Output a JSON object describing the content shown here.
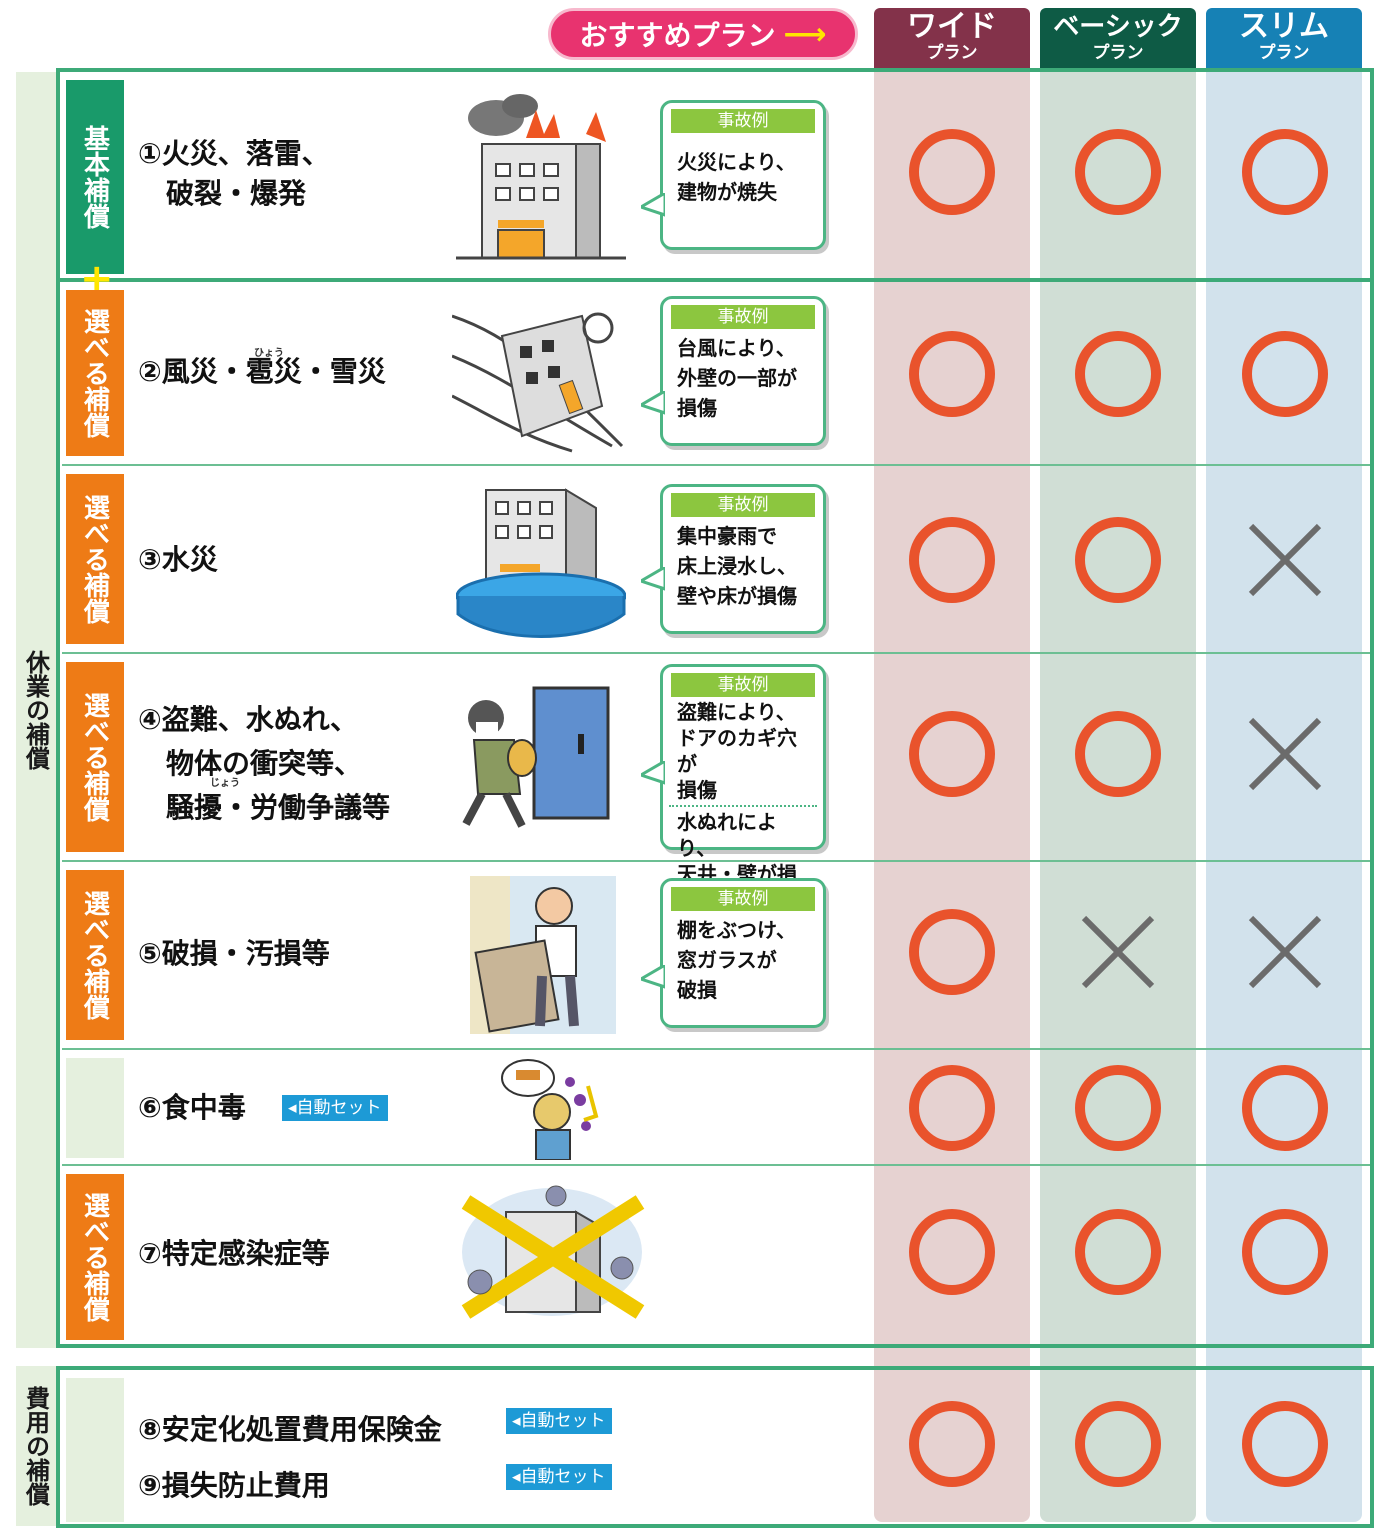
{
  "header": {
    "recommended": "おすすめプラン",
    "arrow": "⟶",
    "plans": [
      {
        "name": "ワイド",
        "sub": "プラン",
        "color": "#83324a",
        "bg": "#e6d2d1"
      },
      {
        "name": "ベーシック",
        "sub": "プラン",
        "color": "#0e5b45",
        "bg": "#d0ded5"
      },
      {
        "name": "スリム",
        "sub": "プラン",
        "color": "#1681b5",
        "bg": "#d2e2ec"
      }
    ]
  },
  "categories": {
    "business": "休業の補償",
    "expense": "費用の補償"
  },
  "tags": {
    "basic": "基本補償",
    "choose": "選べる補償",
    "plus": "+"
  },
  "case_label": "事故例",
  "auto_set": "◂自動セット",
  "rows": [
    {
      "title_1": "①火災、落雷、",
      "title_2": "　破裂・爆発",
      "case": [
        "火災により、",
        "建物が焼失"
      ],
      "marks": [
        "o",
        "o",
        "o"
      ]
    },
    {
      "title_1": "②風災・雹災・雪災",
      "ruby": "ひょう",
      "case": [
        "台風により、",
        "外壁の一部が",
        "損傷"
      ],
      "marks": [
        "o",
        "o",
        "o"
      ]
    },
    {
      "title_1": "③水災",
      "case": [
        "集中豪雨で",
        "床上浸水し、",
        "壁や床が損傷"
      ],
      "marks": [
        "o",
        "o",
        "x"
      ]
    },
    {
      "title_1": "④盗難、水ぬれ、",
      "title_2": "　物体の衝突等、",
      "title_3": "　騒擾・労働争議等",
      "ruby": "じょう",
      "case": [
        "盗難により、",
        "ドアのカギ穴が",
        "損傷"
      ],
      "case_b": [
        "水ぬれにより、",
        "天井・壁が損傷"
      ],
      "marks": [
        "o",
        "o",
        "x"
      ]
    },
    {
      "title_1": "⑤破損・汚損等",
      "case": [
        "棚をぶつけ、",
        "窓ガラスが",
        "破損"
      ],
      "marks": [
        "o",
        "x",
        "x"
      ]
    },
    {
      "title_1": "⑥食中毒",
      "marks": [
        "o",
        "o",
        "o"
      ]
    },
    {
      "title_1": "⑦特定感染症等",
      "marks": [
        "o",
        "o",
        "o"
      ]
    },
    {
      "title_1": "⑧安定化処置費用保険金",
      "title_2": "⑨損失防止費用",
      "marks": [
        "o",
        "o",
        "o"
      ]
    }
  ],
  "colors": {
    "circle": "#e9532c",
    "cross": "#6b6b6b",
    "frame": "#3daa78",
    "orange_tag": "#ee7b16",
    "green_tag": "#199a6a"
  }
}
